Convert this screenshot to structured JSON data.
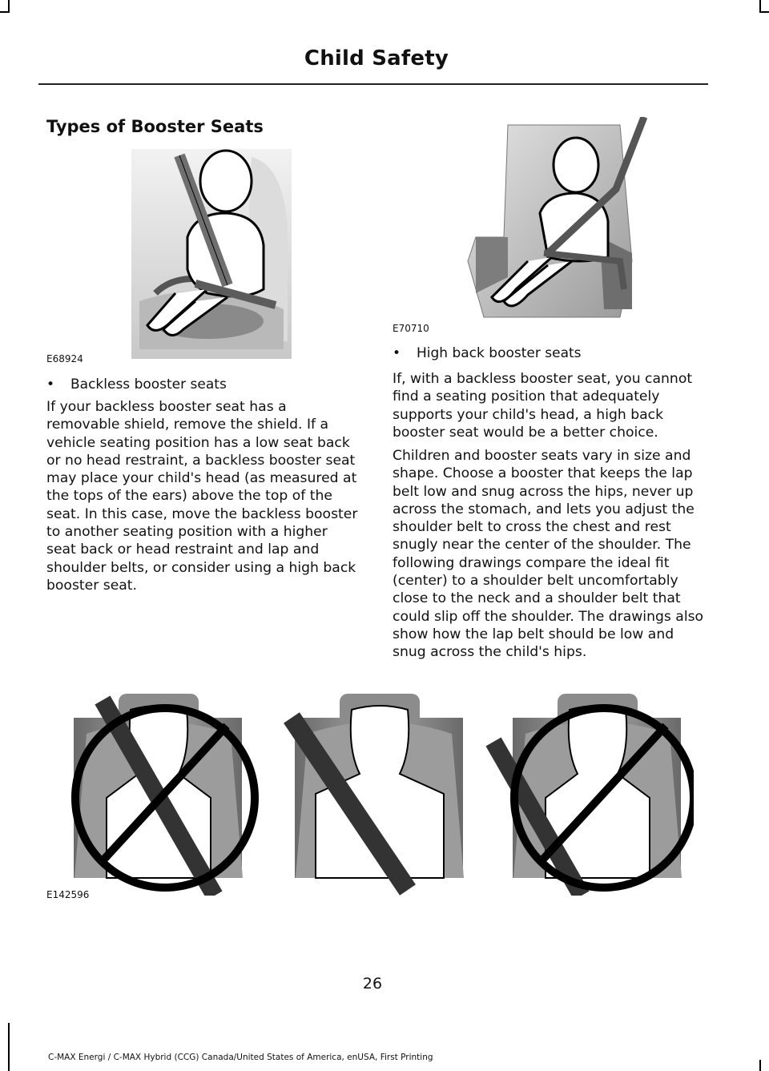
{
  "header": {
    "title": "Child Safety"
  },
  "section": {
    "title": "Types of Booster Seats"
  },
  "figures": {
    "backless": {
      "code": "E68924"
    },
    "highback": {
      "code": "E70710"
    },
    "fit": {
      "code": "E142596"
    }
  },
  "left": {
    "bullet": "Backless booster seats",
    "paragraph": "If your backless booster seat has a removable shield, remove the shield. If a vehicle seating position has a low seat back or no head restraint, a backless booster seat may place your child's head (as measured at the tops of the ears) above the top of the seat. In this case, move the backless booster to another seating position with a higher seat back or head restraint and lap and shoulder belts, or consider using a high back booster seat."
  },
  "right": {
    "bullet": "High back booster seats",
    "paragraph1": "If, with a backless booster seat, you cannot find a seating position that adequately supports your child's head, a high back booster seat would be a better choice.",
    "paragraph2": "Children and booster seats vary in size and shape. Choose a booster that keeps the lap belt low and snug across the hips, never up across the stomach, and lets you adjust the shoulder belt to cross the chest and rest snugly near the center of the shoulder. The following drawings compare the ideal fit (center) to a shoulder belt uncomfortably close to the neck and a shoulder belt that could slip off the shoulder. The drawings also show how the lap belt should be low and snug across the child's hips."
  },
  "footer": {
    "page_number": "26",
    "text": "C-MAX Energi / C-MAX Hybrid (CCG) Canada/United States of America, enUSA, First Printing"
  }
}
